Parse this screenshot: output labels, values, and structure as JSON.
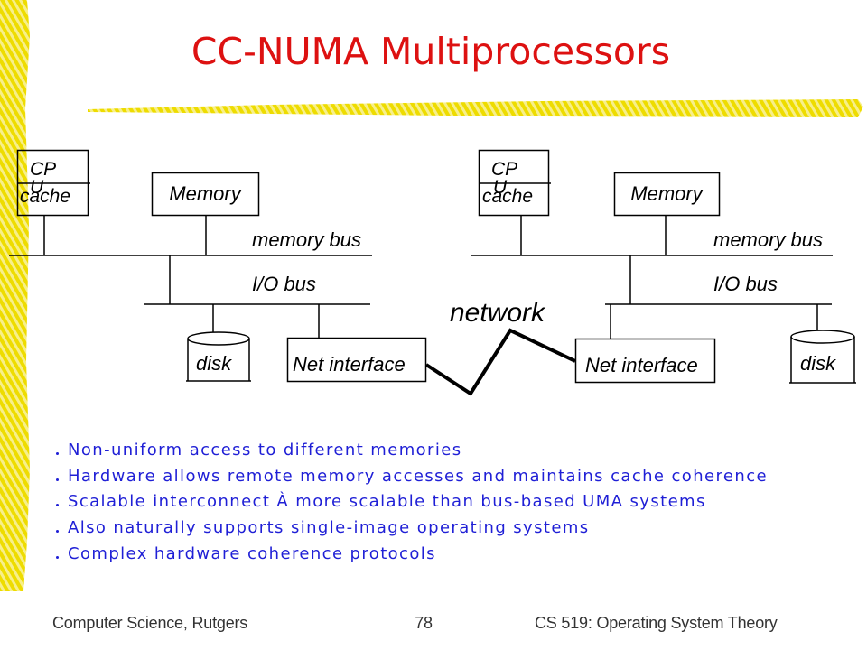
{
  "title": "CC-NUMA Multiprocessors",
  "colors": {
    "title": "#dd1111",
    "bullet_text": "#1f1fd6",
    "accent": "#eedc00",
    "accent_light": "#f7ef8a"
  },
  "diagram": {
    "left_node": {
      "cpu_line1": "CP",
      "cpu_line2": "U",
      "cache": "cache",
      "memory": "Memory",
      "memory_bus": "memory bus",
      "io_bus": "I/O bus",
      "disk": "disk",
      "net_interface": "Net interface"
    },
    "right_node": {
      "cpu_line1": "CP",
      "cpu_line2": "U",
      "cache": "cache",
      "memory": "Memory",
      "memory_bus": "memory bus",
      "io_bus": "I/O bus",
      "disk": "disk",
      "net_interface": "Net interface"
    },
    "network": "network"
  },
  "bullets": [
    "Non-uniform access to different memories",
    "Hardware allows remote memory accesses and maintains cache coherence",
    "Scalable interconnect À more scalable than bus-based UMA systems",
    "Also naturally supports single-image operating systems",
    "Complex hardware coherence protocols"
  ],
  "footer": {
    "left": "Computer Science, Rutgers",
    "page": "78",
    "right": "CS 519: Operating System Theory"
  }
}
